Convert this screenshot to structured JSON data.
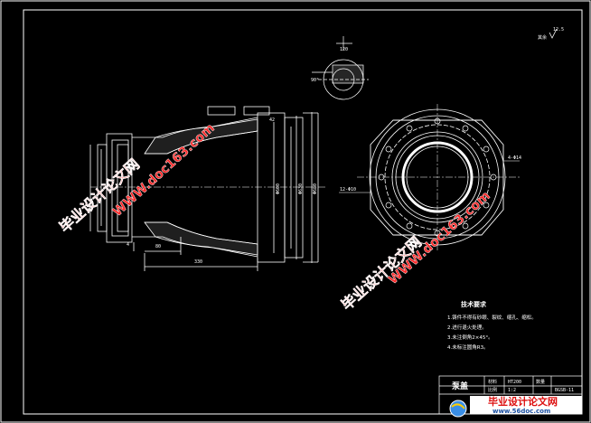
{
  "drawing": {
    "dims": {
      "len_330": "330",
      "len_80": "80",
      "dia_600": "Φ600",
      "dia_630": "Φ630",
      "dia_680": "Φ680",
      "section_top": "120",
      "small_42": "42",
      "small_4": "4",
      "hole_note": "4-Φ14",
      "bolt_circle": "12-Φ10",
      "roughness": "12.5"
    },
    "tech_title": "技术要求",
    "tech_requirements": [
      "1.铸件不得有砂眼、裂纹、缩孔、缩松。",
      "2.进行退火处理。",
      "3.未注倒角2×45°。",
      "4.未标注圆角R3。"
    ],
    "title_block": {
      "part_name": "泵盖",
      "material_label": "材料",
      "material": "HT200",
      "scale_label": "比例",
      "scale": "1:2",
      "qty_label": "数量",
      "drawing_no": "BGSB-11"
    }
  },
  "watermarks": {
    "cn": "毕业设计论文网",
    "url": "WWW.doc163.com",
    "logo_cn": "毕业设计论文网",
    "logo_url": "www.56doc.com"
  }
}
